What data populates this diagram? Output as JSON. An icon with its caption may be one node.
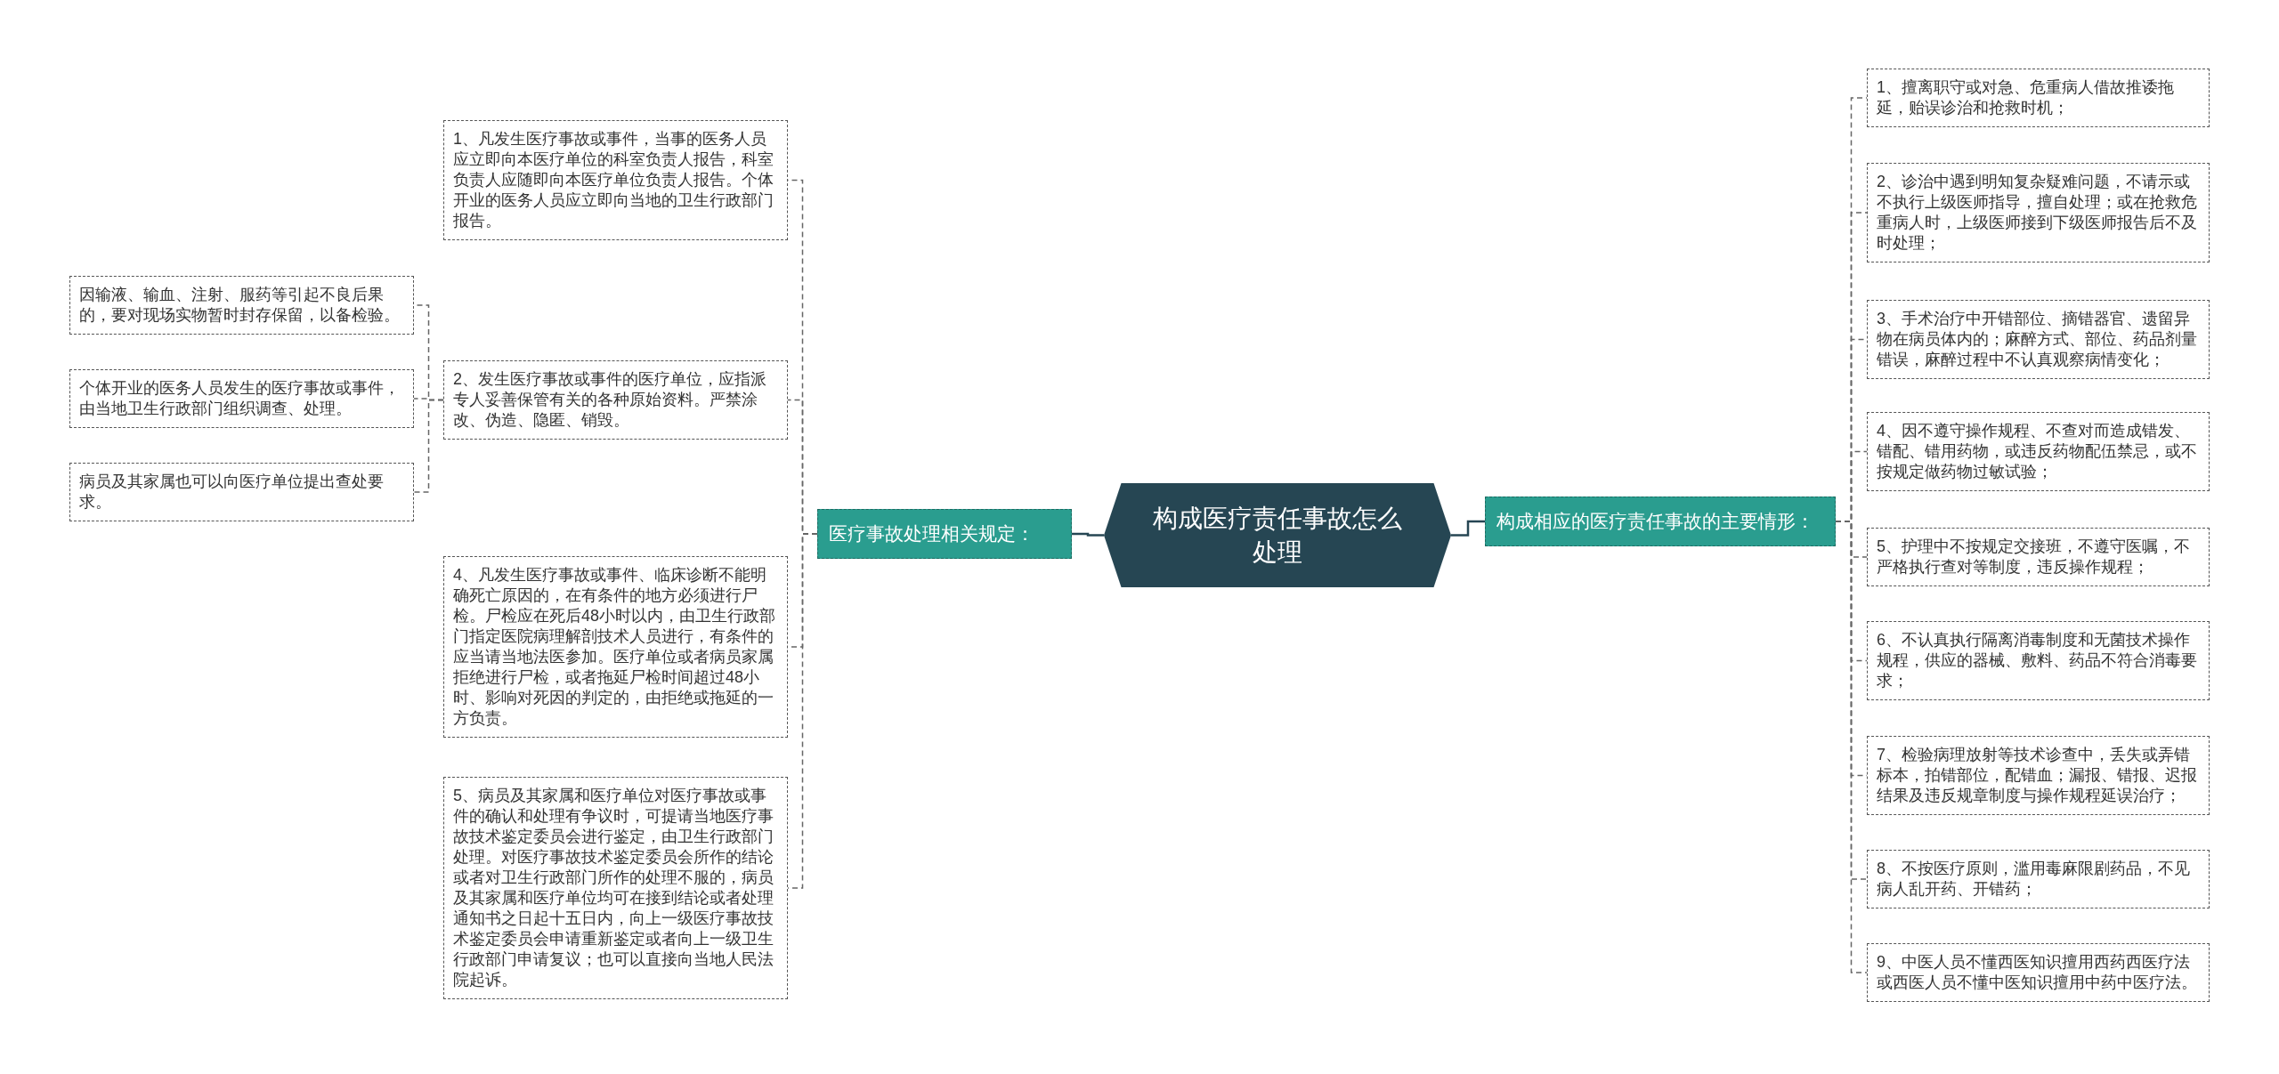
{
  "diagram": {
    "nodes": [
      {
        "text": [
          "构成医疗责任事故怎么处理"
        ]
      },
      {
        "text": [
          "医疗事故处理相关规定："
        ]
      },
      {
        "text": [
          "1、凡发生医疗事故或事件，当事的医务人员应立即向本医疗单位的科室负责人报告，科室负责人应随即向本医疗单位负责人报告。个体开业的医务人员应立即向当地的卫生行政部门报告。"
        ]
      },
      {
        "text": [
          "2、发生医疗事故或事件的医疗单位，应指派专人妥善保管有关的各种原始资料。严禁涂改、伪造、隐匿、销毁。"
        ]
      },
      {
        "text": [
          "因输液、输血、注射、服药等引起不良后果的，要对现场实物暂时封存保留，以备检验。"
        ]
      },
      {
        "text": [
          "个体开业的医务人员发生的医疗事故或事件，由当地卫生行政部门组织调查、处理。"
        ]
      },
      {
        "text": [
          "病员及其家属也可以向医疗单位提出查处要求。"
        ]
      },
      {
        "text": [
          "4、凡发生医疗事故或事件、临床诊断不能明确死亡原因的，在有条件的地方必须进行尸检。尸检应在死后48小时以内，由卫生行政部门指定医院病理解剖技术人员进行，有条件的应当请当地法医参加。医疗单位或者病员家属拒绝进行尸检，或者拖延尸检时间超过48小时、影响对死因的判定的，由拒绝或拖延的一方负责。"
        ]
      },
      {
        "text": [
          "5、病员及其家属和医疗单位对医疗事故或事件的确认和处理有争议时，可提请当地医疗事故技术鉴定委员会进行鉴定，由卫生行政部门处理。对医疗事故技术鉴定委员会所作的结论或者对卫生行政部门所作的处理不服的，病员及其家属和医疗单位均可在接到结论或者处理通知书之日起十五日内，向上一级医疗事故技术鉴定委员会申请重新鉴定或者向上一级卫生行政部门申请复议；也可以直接向当地人民法院起诉。"
        ]
      },
      {
        "text": [
          "构成相应的医疗责任事故的主要情形："
        ]
      },
      {
        "text": [
          "1、擅离职守或对急、危重病人借故推诿拖延，贻误诊治和抢救时机；"
        ]
      },
      {
        "text": [
          "2、诊治中遇到明知复杂疑难问题，不请示或不执行上级医师指导，擅自处理；或在抢救危重病人时，上级医师接到下级医师报告后不及时处理；"
        ]
      },
      {
        "text": [
          "3、手术治疗中开错部位、摘错器官、遗留异物在病员体内的；麻醉方式、部位、药品剂量错误，麻醉过程中不认真观察病情变化；"
        ]
      },
      {
        "text": [
          "4、因不遵守操作规程、不查对而造成错发、错配、错用药物，或违反药物配伍禁忌，或不按规定做药物过敏试验；"
        ]
      },
      {
        "text": [
          "5、护理中不按规定交接班，不遵守医嘱，不严格执行查对等制度，违反操作规程；"
        ]
      },
      {
        "text": [
          "6、不认真执行隔离消毒制度和无菌技术操作规程，供应的器械、敷料、药品不符合消毒要求；"
        ]
      },
      {
        "text": [
          "7、检验病理放射等技术诊查中，丢失或弄错标本，拍错部位，配错血；漏报、错报、迟报结果及违反规章制度与操作规程延误治疗；"
        ]
      },
      {
        "text": [
          "8、不按医疗原则，滥用毒麻限剧药品，不见病人乱开药、开错药；"
        ]
      },
      {
        "text": [
          "9、中医人员不懂西医知识擅用西药西医疗法或西医人员不懂中医知识擅用中药中医疗法。"
        ]
      }
    ],
    "edges": [
      {
        "from": 0,
        "to": 1,
        "arrow": "none",
        "color": "#264653"
      },
      {
        "from": 1,
        "to": 2,
        "arrow": "none",
        "style": "dashed"
      },
      {
        "from": 1,
        "to": 3,
        "arrow": "none",
        "style": "dashed"
      },
      {
        "from": 3,
        "to": 4,
        "arrow": "none",
        "style": "dashed"
      },
      {
        "from": 3,
        "to": 5,
        "arrow": "none",
        "style": "dashed"
      },
      {
        "from": 3,
        "to": 6,
        "arrow": "none",
        "style": "dashed"
      },
      {
        "from": 1,
        "to": 7,
        "arrow": "none",
        "style": "dashed"
      },
      {
        "from": 1,
        "to": 8,
        "arrow": "none",
        "style": "dashed"
      },
      {
        "from": 0,
        "to": 9,
        "arrow": "none",
        "color": "#264653"
      },
      {
        "from": 9,
        "to": 10,
        "arrow": "none",
        "style": "dashed"
      },
      {
        "from": 9,
        "to": 11,
        "arrow": "none",
        "style": "dashed"
      },
      {
        "from": 9,
        "to": 12,
        "arrow": "none",
        "style": "dashed"
      },
      {
        "from": 9,
        "to": 13,
        "arrow": "none",
        "style": "dashed"
      },
      {
        "from": 9,
        "to": 14,
        "arrow": "none",
        "style": "dashed"
      },
      {
        "from": 9,
        "to": 15,
        "arrow": "none",
        "style": "dashed"
      },
      {
        "from": 9,
        "to": 16,
        "arrow": "none",
        "style": "dashed"
      },
      {
        "from": 9,
        "to": 17,
        "arrow": "none",
        "style": "dashed"
      },
      {
        "from": 9,
        "to": 18,
        "arrow": "none",
        "style": "dashed"
      }
    ]
  }
}
